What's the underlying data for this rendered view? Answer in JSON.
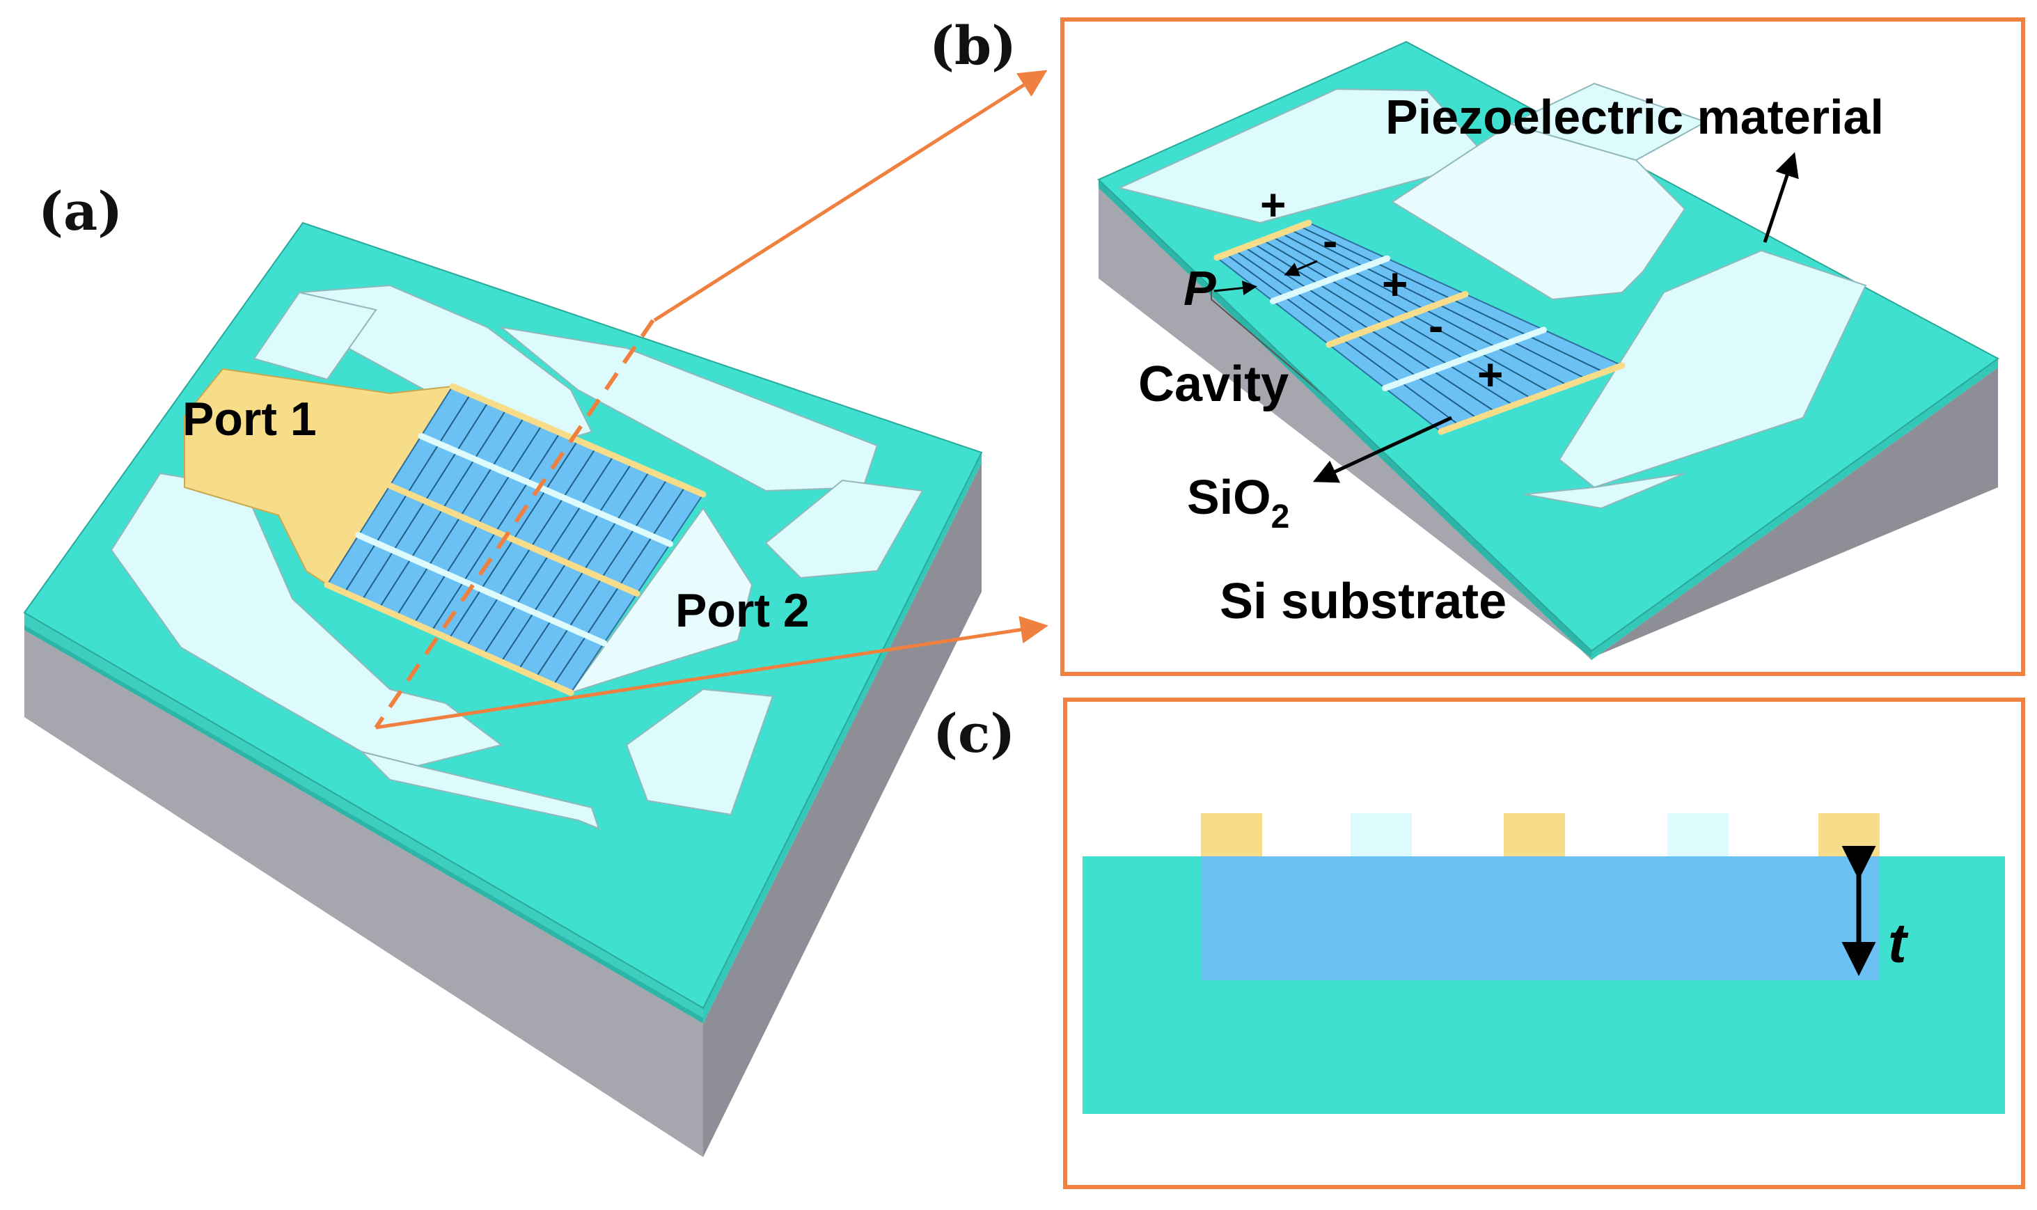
{
  "panels": {
    "a": {
      "label": "(a)",
      "port1": "Port 1",
      "port2": "Port 2"
    },
    "b": {
      "label": "(b)",
      "piezo": "Piezoelectric material",
      "cavity": "Cavity",
      "sio2_main": "SiO",
      "sio2_sub": "2",
      "substrate": "Si substrate",
      "period": "P",
      "signs": [
        "+",
        "-",
        "+",
        "-",
        "+"
      ]
    },
    "c": {
      "label": "(c)",
      "thickness": "t"
    }
  },
  "colors": {
    "piezo": "#40E0D0",
    "substrate": "#A6A6AE",
    "oxide": "#6BC0F4",
    "electrode_gold": "#F7DC8A",
    "electrode_light": "#DDFAFC",
    "frame": "#F08040"
  }
}
